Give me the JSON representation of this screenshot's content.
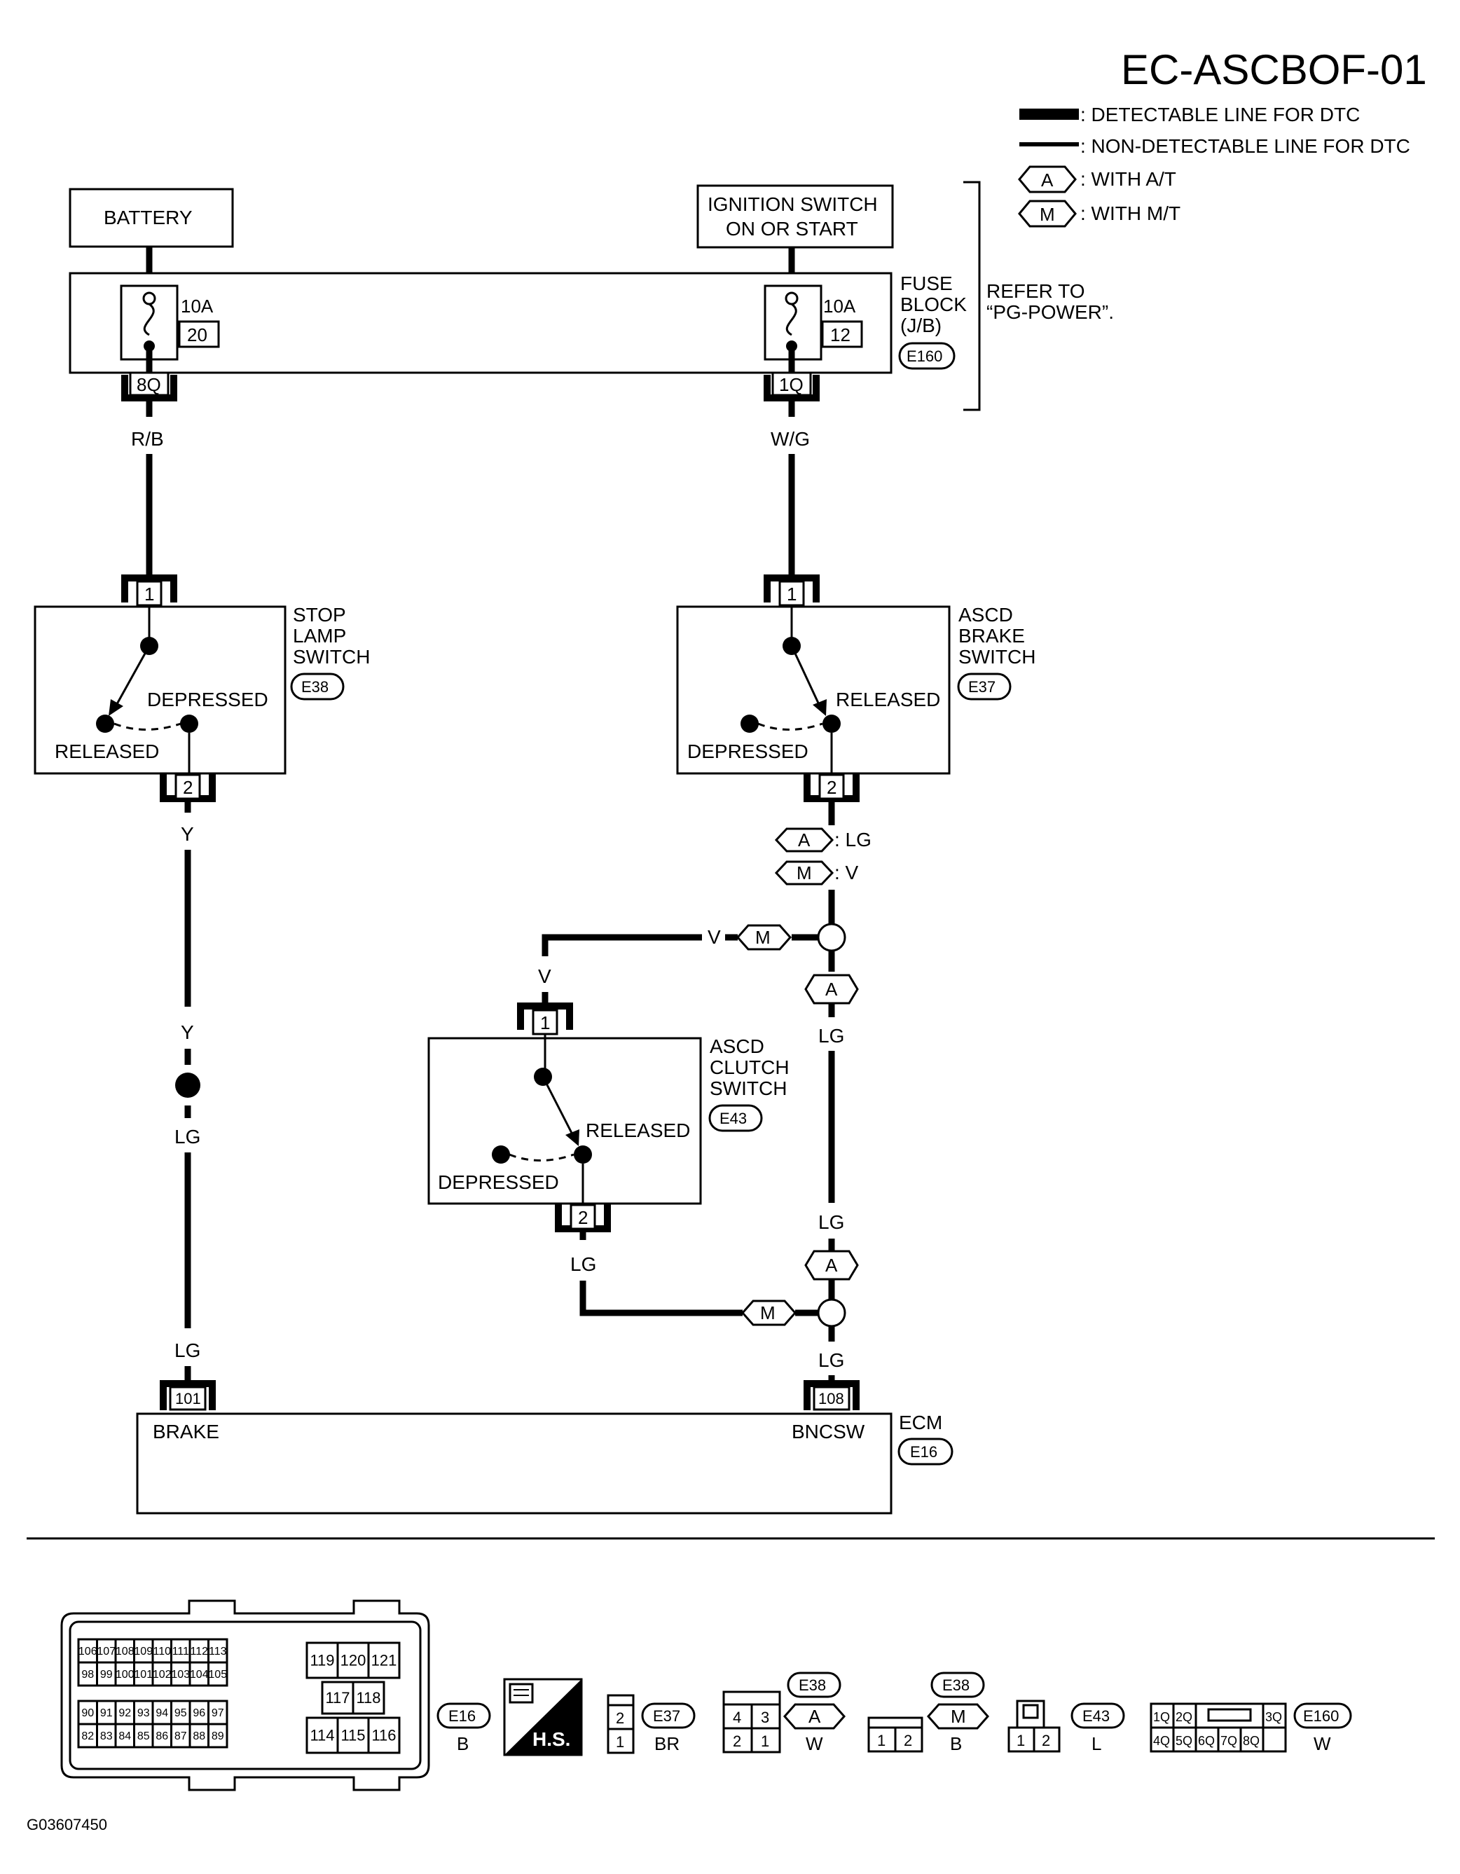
{
  "diagram_id": "EC-ASCBOF-01",
  "figure_code": "G03607450",
  "legend": {
    "detectable": ": DETECTABLE LINE FOR DTC",
    "non_detectable": ": NON-DETECTABLE LINE FOR DTC",
    "with_at_badge": "A",
    "with_at": ": WITH A/T",
    "with_mt_badge": "M",
    "with_mt": ": WITH M/T"
  },
  "sources": {
    "battery": "BATTERY",
    "ignition_line1": "IGNITION SWITCH",
    "ignition_line2": "ON OR START"
  },
  "fuse_block": {
    "label_line1": "FUSE",
    "label_line2": "BLOCK",
    "label_line3": "(J/B)",
    "connector": "E160",
    "refer_line1": "REFER TO",
    "refer_line2": "“PG-POWER”.",
    "fuse1_rating": "10A",
    "fuse1_number": "20",
    "fuse1_terminal": "8Q",
    "fuse2_rating": "10A",
    "fuse2_number": "12",
    "fuse2_terminal": "1Q"
  },
  "wires": {
    "rb": "R/B",
    "wg": "W/G",
    "y_upper": "Y",
    "y_lower": "Y",
    "lg_left_mid": "LG",
    "lg_left_bottom": "LG",
    "at_lg": ": LG",
    "mt_v": ": V",
    "v_right": "V",
    "v_down": "V",
    "lg_right_upper": "LG",
    "lg_right_lower": "LG",
    "lg_right_bottom": "LG",
    "lg_clutch": "LG",
    "badge_a": "A",
    "badge_m": "M"
  },
  "stop_lamp_switch": {
    "label_line1": "STOP",
    "label_line2": "LAMP",
    "label_line3": "SWITCH",
    "connector": "E38",
    "pin_top": "1",
    "pin_bottom": "2",
    "depressed": "DEPRESSED",
    "released": "RELEASED"
  },
  "ascd_brake_switch": {
    "label_line1": "ASCD",
    "label_line2": "BRAKE",
    "label_line3": "SWITCH",
    "connector": "E37",
    "pin_top": "1",
    "pin_bottom": "2",
    "released": "RELEASED",
    "depressed": "DEPRESSED"
  },
  "ascd_clutch_switch": {
    "label_line1": "ASCD",
    "label_line2": "CLUTCH",
    "label_line3": "SWITCH",
    "connector": "E43",
    "pin_top": "1",
    "pin_bottom": "2",
    "released": "RELEASED",
    "depressed": "DEPRESSED"
  },
  "ecm": {
    "label": "ECM",
    "connector": "E16",
    "pin_brake": "101",
    "pin_bncsw": "108",
    "term_brake": "BRAKE",
    "term_bncsw": "BNCSW"
  },
  "connector_views": {
    "ecm_grid": {
      "row1": [
        "106",
        "107",
        "108",
        "109",
        "110",
        "111",
        "112",
        "113"
      ],
      "row2": [
        "98",
        "99",
        "100",
        "101",
        "102",
        "103",
        "104",
        "105"
      ],
      "row3": [
        "90",
        "91",
        "92",
        "93",
        "94",
        "95",
        "96",
        "97"
      ],
      "row4": [
        "82",
        "83",
        "84",
        "85",
        "86",
        "87",
        "88",
        "89"
      ],
      "block_a": [
        "119",
        "120",
        "121"
      ],
      "block_b": [
        "117",
        "118"
      ],
      "block_c": [
        "114",
        "115",
        "116"
      ]
    },
    "hs_label": "H.S.",
    "e16": {
      "id": "E16",
      "color": "B"
    },
    "e37": {
      "id": "E37",
      "color": "BR",
      "pins": [
        "2",
        "1"
      ]
    },
    "e38_at": {
      "id": "E38",
      "badge": "A",
      "color": "W",
      "pins": [
        "4",
        "3",
        "2",
        "1"
      ]
    },
    "e38_mt": {
      "id": "E38",
      "badge": "M",
      "color": "B",
      "pins": [
        "1",
        "2"
      ]
    },
    "e43": {
      "id": "E43",
      "color": "L",
      "pins": [
        "1",
        "2"
      ]
    },
    "e160": {
      "id": "E160",
      "color": "W",
      "pins_top": [
        "1Q",
        "2Q",
        "3Q"
      ],
      "pins_bottom": [
        "4Q",
        "5Q",
        "6Q",
        "7Q",
        "8Q"
      ]
    }
  }
}
